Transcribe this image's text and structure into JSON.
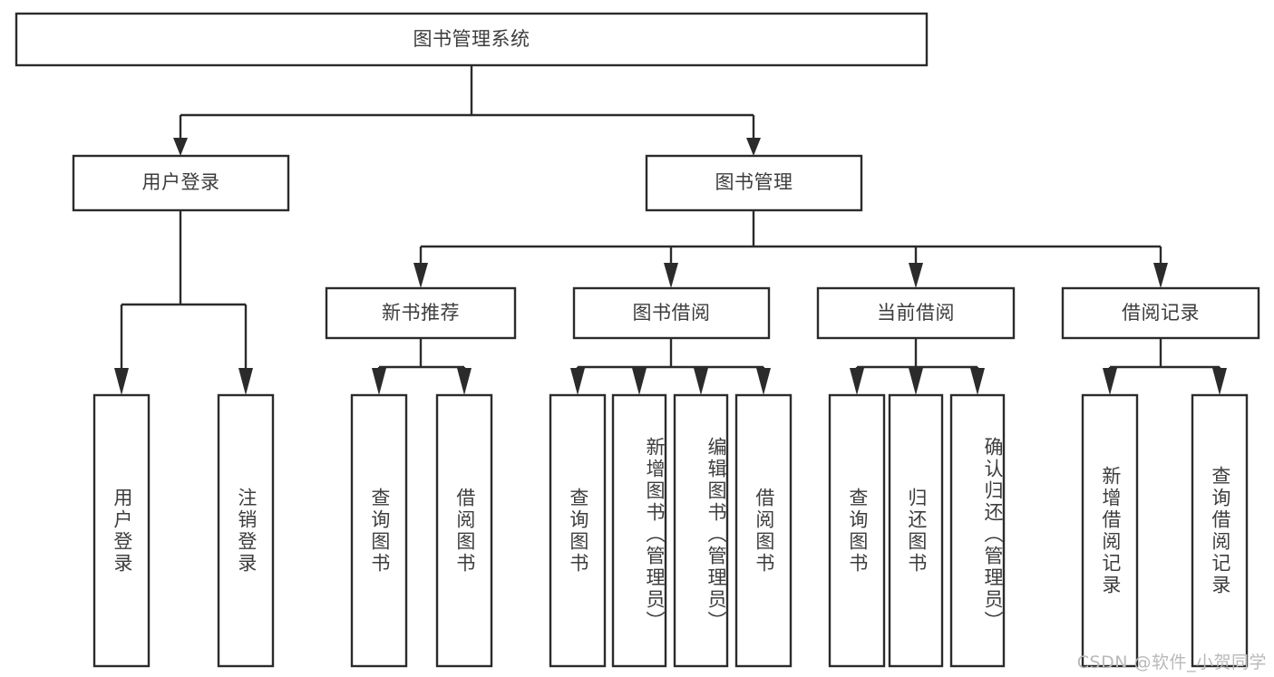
{
  "diagram": {
    "title": "图书管理系统",
    "type": "tree",
    "theme": {
      "background": "#ffffff",
      "box_fill": "#ffffff",
      "box_stroke": "#2b2b2b",
      "text_color": "#3d3d3d",
      "watermark_color": "#b9b9b9"
    },
    "root": {
      "label": "图书管理系统"
    },
    "level1": [
      {
        "label": "用户登录"
      },
      {
        "label": "图书管理"
      }
    ],
    "level2": [
      {
        "label": "新书推荐"
      },
      {
        "label": "图书借阅"
      },
      {
        "label": "当前借阅"
      },
      {
        "label": "借阅记录"
      }
    ],
    "leaves": {
      "user_login": [
        {
          "label": "用户登录"
        },
        {
          "label": "注销登录"
        }
      ],
      "new_book_recommend": [
        {
          "label": "查询图书"
        },
        {
          "label": "借阅图书"
        }
      ],
      "book_borrow": [
        {
          "label": "查询图书"
        },
        {
          "label": "新增图书（管理员）"
        },
        {
          "label": "编辑图书（管理员）"
        },
        {
          "label": "借阅图书"
        }
      ],
      "current_borrow": [
        {
          "label": "查询图书"
        },
        {
          "label": "归还图书"
        },
        {
          "label": "确认归还（管理员）"
        }
      ],
      "borrow_record": [
        {
          "label": "新增借阅记录"
        },
        {
          "label": "查询借阅记录"
        }
      ]
    },
    "watermark": "CSDN @软件_小贺同学"
  }
}
